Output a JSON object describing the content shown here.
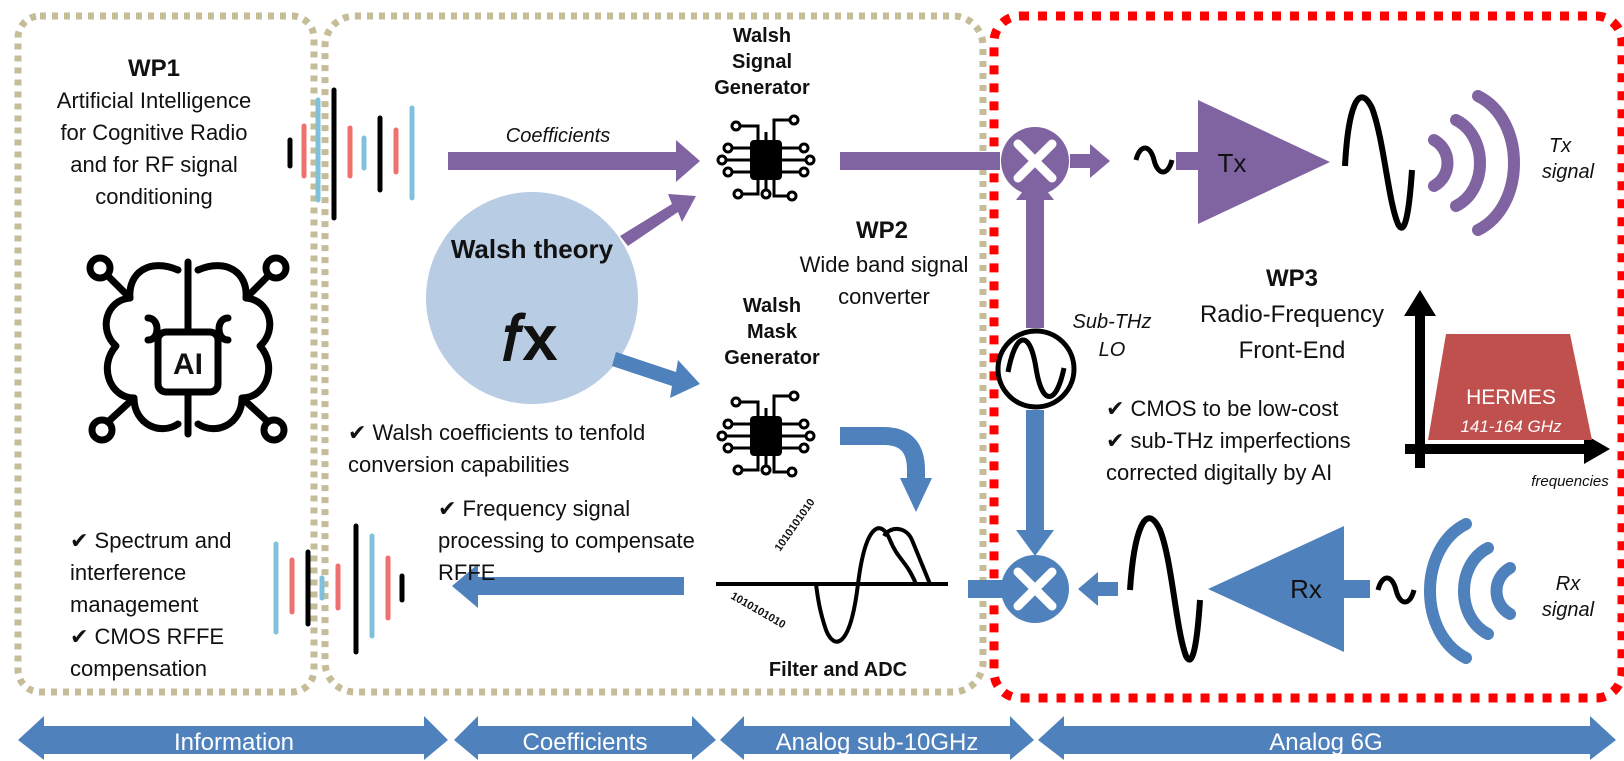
{
  "wp1": {
    "title": "WP1",
    "lines": [
      "Artificial Intelligence",
      "for Cognitive Radio",
      "and for RF signal",
      "conditioning"
    ],
    "ai_label": "AI",
    "bullets": [
      "✔ Spectrum and",
      "interference",
      "management",
      "✔ CMOS RFFE",
      "compensation"
    ]
  },
  "wp2": {
    "title": "WP2",
    "lines": [
      "Wide band signal",
      "converter"
    ],
    "coefficients_label": "Coefficients",
    "walsh_theory": "Walsh theory",
    "fx": "𝑓x",
    "signal_generator": [
      "Walsh",
      "Signal",
      "Generator"
    ],
    "mask_generator": [
      "Walsh",
      "Mask",
      "Generator"
    ],
    "bullet1": [
      "✔ Walsh coefficients to tenfold",
      "conversion capabilities"
    ],
    "bullet2": [
      "✔ Frequency signal",
      "processing to compensate",
      "RFFE"
    ],
    "filter_adc": "Filter and ADC",
    "bits_top": "1010101010",
    "bits_bottom": "1010101010"
  },
  "wp3": {
    "title": "WP3",
    "lines": [
      "Radio-Frequency",
      "Front-End"
    ],
    "bullets": [
      "✔ CMOS to be low-cost",
      "✔ sub-THz imperfections",
      "corrected digitally by AI"
    ],
    "tx": "Tx",
    "rx": "Rx",
    "tx_signal": [
      "Tx",
      "signal"
    ],
    "rx_signal": [
      "Rx",
      "signal"
    ],
    "lo_label": [
      "Sub-THz",
      "LO"
    ],
    "hermes": "HERMES",
    "hermes_band": "141-164 GHz",
    "frequencies": "frequencies"
  },
  "bottom_bar": [
    "Information",
    "Coefficients",
    "Analog sub-10GHz",
    "Analog 6G"
  ],
  "colors": {
    "purple": "#8064a2",
    "blue": "#4f81bd",
    "red_bar": "#f07070",
    "cyan_bar": "#7fc0dc",
    "dotted_border": "#c4bd97",
    "red_border": "#ff0000",
    "hermes": "#c0504d",
    "circle": "#b8cce4"
  }
}
